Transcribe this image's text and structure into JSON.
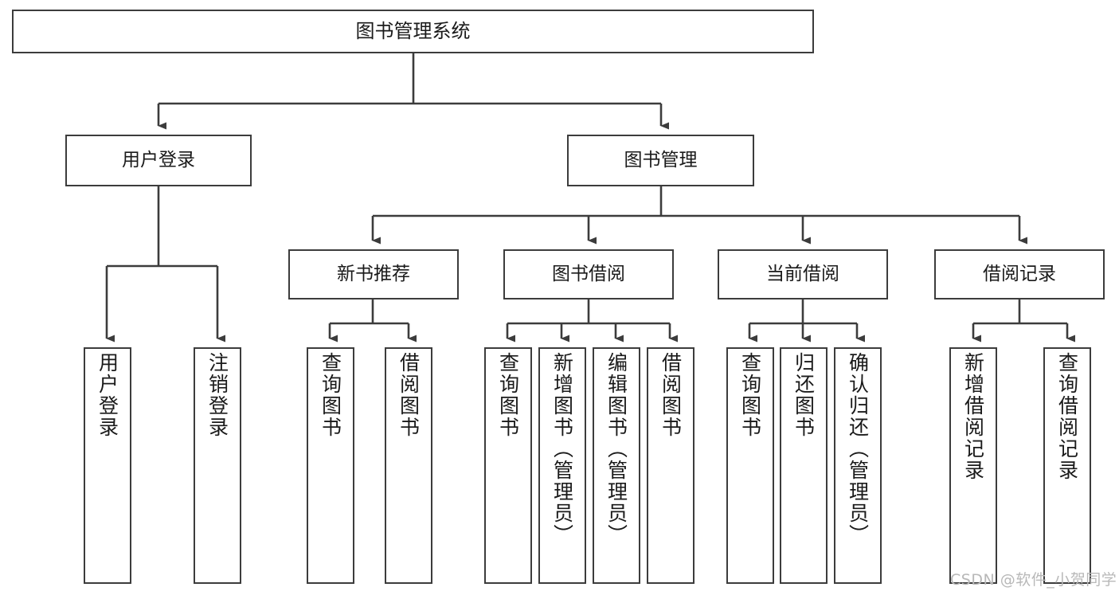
{
  "diagram": {
    "title": "图书管理系统",
    "type": "functional-structure-tree",
    "stroke_color": "#3c3c3c",
    "text_color": "#1a1a1a",
    "background_color": "#ffffff"
  },
  "root": {
    "label": "图书管理系统"
  },
  "level2": [
    {
      "label": "用户登录"
    },
    {
      "label": "图书管理"
    }
  ],
  "level3": [
    {
      "label": "新书推荐"
    },
    {
      "label": "图书借阅"
    },
    {
      "label": "当前借阅"
    },
    {
      "label": "借阅记录"
    }
  ],
  "leaves": {
    "user_login": [
      {
        "label": "用户登录"
      },
      {
        "label": "注销登录"
      }
    ],
    "new_book_recommend": [
      {
        "label": "查询图书"
      },
      {
        "label": "借阅图书"
      }
    ],
    "book_borrow": [
      {
        "label": "查询图书"
      },
      {
        "label": "新增图书（管理员）"
      },
      {
        "label": "编辑图书（管理员）"
      },
      {
        "label": "借阅图书"
      }
    ],
    "current_borrow": [
      {
        "label": "查询图书"
      },
      {
        "label": "归还图书"
      },
      {
        "label": "确认归还（管理员）"
      }
    ],
    "borrow_record": [
      {
        "label": "新增借阅记录"
      },
      {
        "label": "查询借阅记录"
      }
    ]
  },
  "watermark": {
    "text": "CSDN @软件_小贺同学"
  }
}
